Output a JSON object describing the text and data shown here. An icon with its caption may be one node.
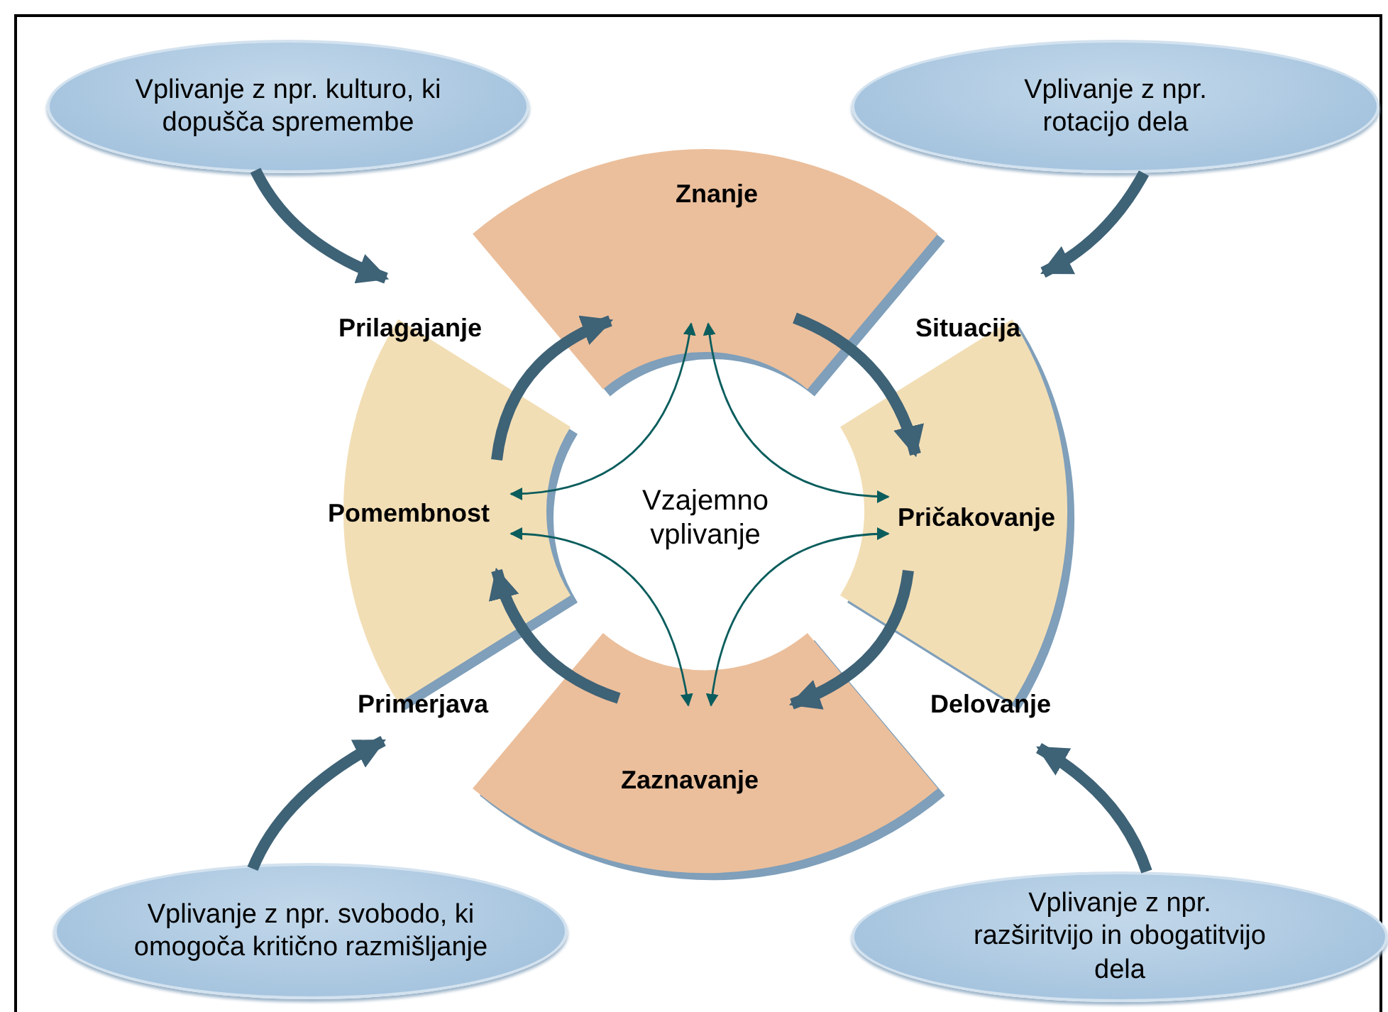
{
  "diagram": {
    "nodes": [
      {
        "text": [
          "Vplivanje z npr. kulturo, ki dopušča spremembe"
        ]
      },
      {
        "text": [
          "Vplivanje z npr. rotacijo dela"
        ]
      },
      {
        "text": [
          "Znanje"
        ]
      },
      {
        "text": [
          "Prilagajanje"
        ]
      },
      {
        "text": [
          "Situacija"
        ]
      },
      {
        "text": [
          "Pomembnost"
        ]
      },
      {
        "text": [
          "Vzajemno vplivanje"
        ]
      },
      {
        "text": [
          "Pričakovanje"
        ]
      },
      {
        "text": [
          "Primerjava"
        ]
      },
      {
        "text": [
          "Delovanje"
        ]
      },
      {
        "text": [
          "Zaznavanje"
        ]
      },
      {
        "text": [
          "Vplivanje z npr. svobodo, ki omogoča kritično razmišljanje"
        ]
      },
      {
        "text": [
          "Vplivanje z npr. razširitvijo in obogatitvijo dela"
        ]
      }
    ],
    "edges": [
      {
        "from": 0,
        "to": 3,
        "arrow": "to"
      },
      {
        "from": 1,
        "to": 4,
        "arrow": "to"
      },
      {
        "from": 11,
        "to": 8,
        "arrow": "to"
      },
      {
        "from": 12,
        "to": 9,
        "arrow": "to"
      },
      {
        "from": 5,
        "to": 2,
        "arrow": "to"
      },
      {
        "from": 2,
        "to": 7,
        "arrow": "to"
      },
      {
        "from": 7,
        "to": 10,
        "arrow": "to"
      },
      {
        "from": 10,
        "to": 5,
        "arrow": "to"
      },
      {
        "from": 2,
        "to": 5,
        "arrow": "both",
        "color": "#0b5d5d"
      },
      {
        "from": 2,
        "to": 7,
        "arrow": "both",
        "color": "#0b5d5d"
      },
      {
        "from": 10,
        "to": 5,
        "arrow": "both",
        "color": "#0b5d5d"
      },
      {
        "from": 10,
        "to": 7,
        "arrow": "both",
        "color": "#0b5d5d"
      }
    ]
  }
}
